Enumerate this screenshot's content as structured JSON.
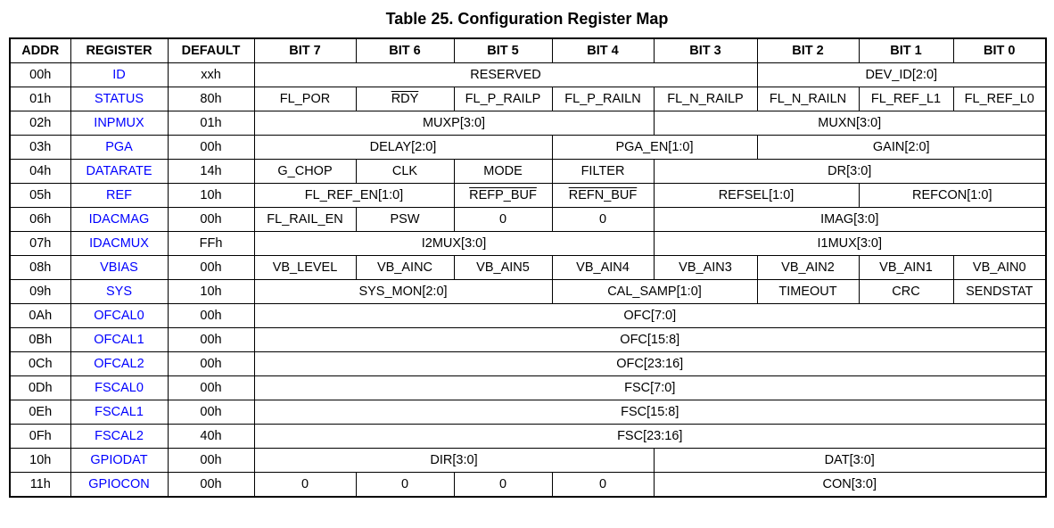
{
  "title": "Table 25. Configuration Register Map",
  "colors": {
    "register_link": "#0000FF",
    "text": "#000000",
    "border": "#000000",
    "background": "#FFFFFF"
  },
  "table": {
    "columns": [
      "ADDR",
      "REGISTER",
      "DEFAULT",
      "BIT 7",
      "BIT 6",
      "BIT 5",
      "BIT 4",
      "BIT 3",
      "BIT 2",
      "BIT 1",
      "BIT 0"
    ],
    "rows": [
      {
        "addr": "00h",
        "register": "ID",
        "default": "xxh",
        "bits": [
          {
            "label": "RESERVED",
            "span": 5
          },
          {
            "label": "DEV_ID[2:0]",
            "span": 3
          }
        ]
      },
      {
        "addr": "01h",
        "register": "STATUS",
        "default": "80h",
        "bits": [
          {
            "label": "FL_POR",
            "span": 1
          },
          {
            "label": "RDY",
            "span": 1,
            "overline": true
          },
          {
            "label": "FL_P_RAILP",
            "span": 1
          },
          {
            "label": "FL_P_RAILN",
            "span": 1
          },
          {
            "label": "FL_N_RAILP",
            "span": 1
          },
          {
            "label": "FL_N_RAILN",
            "span": 1
          },
          {
            "label": "FL_REF_L1",
            "span": 1
          },
          {
            "label": "FL_REF_L0",
            "span": 1
          }
        ]
      },
      {
        "addr": "02h",
        "register": "INPMUX",
        "default": "01h",
        "bits": [
          {
            "label": "MUXP[3:0]",
            "span": 4
          },
          {
            "label": "MUXN[3:0]",
            "span": 4
          }
        ]
      },
      {
        "addr": "03h",
        "register": "PGA",
        "default": "00h",
        "bits": [
          {
            "label": "DELAY[2:0]",
            "span": 3
          },
          {
            "label": "PGA_EN[1:0]",
            "span": 2
          },
          {
            "label": "GAIN[2:0]",
            "span": 3
          }
        ]
      },
      {
        "addr": "04h",
        "register": "DATARATE",
        "default": "14h",
        "bits": [
          {
            "label": "G_CHOP",
            "span": 1
          },
          {
            "label": "CLK",
            "span": 1
          },
          {
            "label": "MODE",
            "span": 1
          },
          {
            "label": "FILTER",
            "span": 1
          },
          {
            "label": "DR[3:0]",
            "span": 4
          }
        ]
      },
      {
        "addr": "05h",
        "register": "REF",
        "default": "10h",
        "bits": [
          {
            "label": "FL_REF_EN[1:0]",
            "span": 2
          },
          {
            "label": "REFP_BUF",
            "span": 1,
            "overline": true
          },
          {
            "label": "REFN_BUF",
            "span": 1,
            "overline": true
          },
          {
            "label": "REFSEL[1:0]",
            "span": 2
          },
          {
            "label": "REFCON[1:0]",
            "span": 2
          }
        ]
      },
      {
        "addr": "06h",
        "register": "IDACMAG",
        "default": "00h",
        "bits": [
          {
            "label": "FL_RAIL_EN",
            "span": 1
          },
          {
            "label": "PSW",
            "span": 1
          },
          {
            "label": "0",
            "span": 1
          },
          {
            "label": "0",
            "span": 1
          },
          {
            "label": "IMAG[3:0]",
            "span": 4
          }
        ]
      },
      {
        "addr": "07h",
        "register": "IDACMUX",
        "default": "FFh",
        "bits": [
          {
            "label": "I2MUX[3:0]",
            "span": 4
          },
          {
            "label": "I1MUX[3:0]",
            "span": 4
          }
        ]
      },
      {
        "addr": "08h",
        "register": "VBIAS",
        "default": "00h",
        "bits": [
          {
            "label": "VB_LEVEL",
            "span": 1
          },
          {
            "label": "VB_AINC",
            "span": 1
          },
          {
            "label": "VB_AIN5",
            "span": 1
          },
          {
            "label": "VB_AIN4",
            "span": 1
          },
          {
            "label": "VB_AIN3",
            "span": 1
          },
          {
            "label": "VB_AIN2",
            "span": 1
          },
          {
            "label": "VB_AIN1",
            "span": 1
          },
          {
            "label": "VB_AIN0",
            "span": 1
          }
        ]
      },
      {
        "addr": "09h",
        "register": "SYS",
        "default": "10h",
        "bits": [
          {
            "label": "SYS_MON[2:0]",
            "span": 3
          },
          {
            "label": "CAL_SAMP[1:0]",
            "span": 2
          },
          {
            "label": "TIMEOUT",
            "span": 1
          },
          {
            "label": "CRC",
            "span": 1
          },
          {
            "label": "SENDSTAT",
            "span": 1
          }
        ]
      },
      {
        "addr": "0Ah",
        "register": "OFCAL0",
        "default": "00h",
        "bits": [
          {
            "label": "OFC[7:0]",
            "span": 8
          }
        ]
      },
      {
        "addr": "0Bh",
        "register": "OFCAL1",
        "default": "00h",
        "bits": [
          {
            "label": "OFC[15:8]",
            "span": 8
          }
        ]
      },
      {
        "addr": "0Ch",
        "register": "OFCAL2",
        "default": "00h",
        "bits": [
          {
            "label": "OFC[23:16]",
            "span": 8
          }
        ]
      },
      {
        "addr": "0Dh",
        "register": "FSCAL0",
        "default": "00h",
        "bits": [
          {
            "label": "FSC[7:0]",
            "span": 8
          }
        ]
      },
      {
        "addr": "0Eh",
        "register": "FSCAL1",
        "default": "00h",
        "bits": [
          {
            "label": "FSC[15:8]",
            "span": 8
          }
        ]
      },
      {
        "addr": "0Fh",
        "register": "FSCAL2",
        "default": "40h",
        "bits": [
          {
            "label": "FSC[23:16]",
            "span": 8
          }
        ]
      },
      {
        "addr": "10h",
        "register": "GPIODAT",
        "default": "00h",
        "bits": [
          {
            "label": "DIR[3:0]",
            "span": 4
          },
          {
            "label": "DAT[3:0]",
            "span": 4
          }
        ]
      },
      {
        "addr": "11h",
        "register": "GPIOCON",
        "default": "00h",
        "bits": [
          {
            "label": "0",
            "span": 1
          },
          {
            "label": "0",
            "span": 1
          },
          {
            "label": "0",
            "span": 1
          },
          {
            "label": "0",
            "span": 1
          },
          {
            "label": "CON[3:0]",
            "span": 4
          }
        ]
      }
    ]
  }
}
